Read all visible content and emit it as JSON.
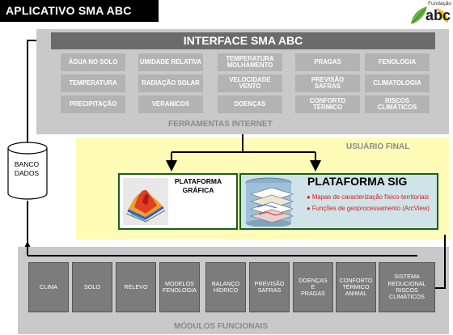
{
  "header": {
    "title": "APLICATIVO SMA ABC",
    "logo_label": "Fundação",
    "logo_text": "abc"
  },
  "interface": {
    "title": "INTERFACE SMA ABC",
    "section_label": "FERRAMENTAS INTERNET",
    "tools": [
      [
        "ÁGUA NO SOLO"
      ],
      [
        "UMIDADE RELATIVA"
      ],
      [
        "TEMPERATURA",
        "MOLHAMENTO"
      ],
      [
        "PRAGAS"
      ],
      [
        "FENOLOGIA"
      ],
      [
        "TEMPERATURA"
      ],
      [
        "RADIAÇÃO SOLAR"
      ],
      [
        "VELOCIDADE",
        "VENTO"
      ],
      [
        "PREVISÃO",
        "SAFRAS"
      ],
      [
        "CLIMATOLOGIA"
      ],
      [
        "PRECIPITAÇÃO"
      ],
      [
        "VERANICOS"
      ],
      [
        "DOENÇAS"
      ],
      [
        "CONFORTO",
        "TÉRMICO"
      ],
      [
        "RISCOS",
        "CLIMÁTICOS"
      ]
    ]
  },
  "database": {
    "label": [
      "BANCO",
      "DADOS"
    ]
  },
  "user_area": {
    "label": "USUÁRIO FINAL",
    "graphic_platform": [
      "PLATAFORMA",
      "GRÁFICA"
    ],
    "sig_platform": {
      "title": "PLATAFORMA SIG",
      "items": [
        "Mapas de caracterização físico-territoriais",
        "Funções de geoprocessamento (ArcView)"
      ]
    }
  },
  "modules": {
    "section_label": "MÓDULOS FUNCIONAIS",
    "items": [
      [
        "CLIMA"
      ],
      [
        "SOLO"
      ],
      [
        "RELEVO"
      ],
      [
        "MODELOS",
        "FENOLOGIA"
      ],
      [
        "BALANÇO",
        "HÍDRICO"
      ],
      [
        "PREVISÃO",
        "SAFRAS"
      ],
      [
        "DOENÇAS",
        "E",
        "PRAGAS"
      ],
      [
        "CONFORTO",
        "TÉRMICO",
        "ANIMAL"
      ],
      [
        "SISTEMA",
        "REDUCIONAL",
        "RISCOS",
        "CLIMÁTICOS"
      ]
    ]
  },
  "colors": {
    "panel_gray": "#c9c9c9",
    "tool_gray": "#b3b3b3",
    "module_gray": "#7c7c7c",
    "user_yellow": "#fffcb7",
    "box_border_green": "#1b5e20",
    "bullet_red": "#d02020"
  }
}
